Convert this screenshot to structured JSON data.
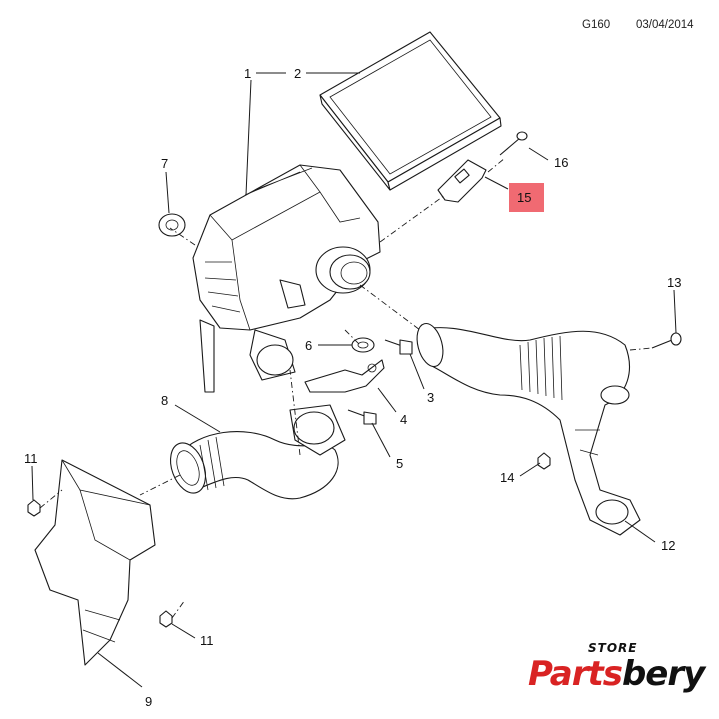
{
  "header": {
    "diagram_code": "G160",
    "date": "03/04/2014"
  },
  "callouts": {
    "c1": "1",
    "c2": "2",
    "c3": "3",
    "c4": "4",
    "c5": "5",
    "c6": "6",
    "c7": "7",
    "c8": "8",
    "c9": "9",
    "c11a": "11",
    "c11b": "11",
    "c12": "12",
    "c13": "13",
    "c14": "14",
    "c15": "15",
    "c16": "16"
  },
  "highlight_color": "#f06a72",
  "logo": {
    "store": "STORE",
    "brand_part1": "Parts",
    "brand_part2": "bery",
    "brand_red": "#d92323"
  }
}
